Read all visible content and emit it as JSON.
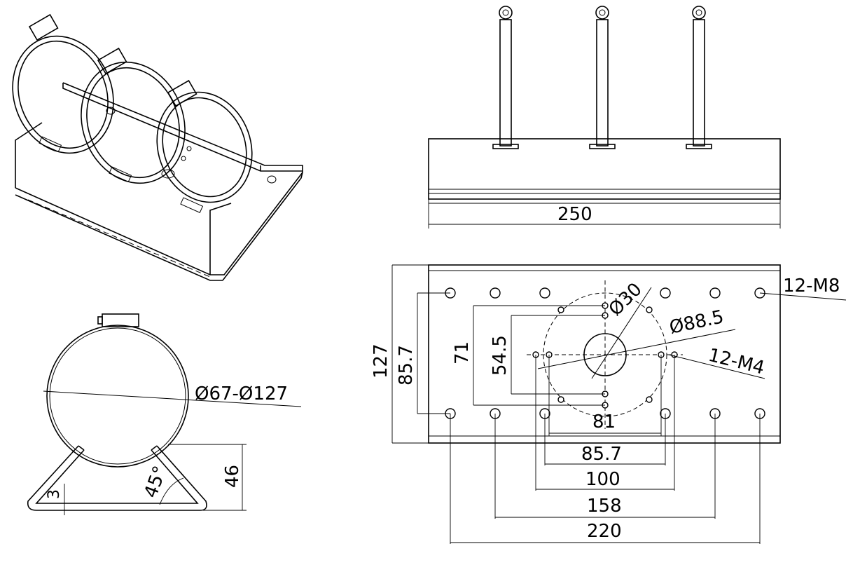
{
  "labels": {
    "overall_width": "250",
    "height_127": "127",
    "height_85_7": "85.7",
    "height_71": "71",
    "height_54_5": "54.5",
    "dia_30": "Ø30",
    "dia_88_5": "Ø88.5",
    "thread_m8": "12-M8",
    "thread_m4": "12-M4",
    "width_81": "81",
    "width_85_7": "85.7",
    "width_100": "100",
    "width_158": "158",
    "width_220": "220",
    "clamp_range": "Ø67-Ø127",
    "thickness": "3",
    "angle": "45°",
    "leg_height": "46"
  }
}
